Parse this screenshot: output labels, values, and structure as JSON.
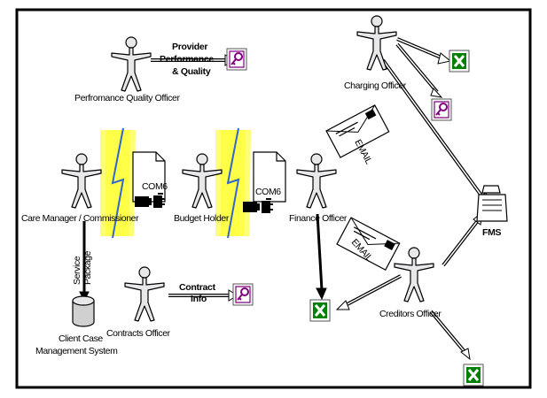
{
  "labels": {
    "perf_officer": "Perfromance Quality Officer",
    "provider_line1": "Provider",
    "provider_line2": "Performance",
    "provider_line3": "& Quality",
    "charging_officer": "Charging Officer",
    "care_manager": "Care Manager / Commissioner",
    "budget_holder": "Budget Holder",
    "finance_officer": "Finance Officer",
    "com6_a": "COM6",
    "com6_b": "COM6",
    "email_a": "EMAIL",
    "email_b": "EMAIL",
    "fms": "FMS",
    "service_line1": "Service",
    "service_line2": "Package",
    "contracts_officer": "Contracts Officer",
    "contract_line1": "Contract",
    "contract_line2": "Info",
    "creditors_officer": "Creditors Officer",
    "ccms_line1": "Client Case",
    "ccms_line2": "Management System"
  },
  "icons": {
    "actor": "stick-figure-actor-icon",
    "access_db": "access-database-key-icon",
    "excel": "excel-spreadsheet-icon",
    "document": "folded-document-icon",
    "email": "email-envelope-icon",
    "fms_system": "fms-system-icon",
    "database": "database-cylinder-icon",
    "interface": "lightning-interface-icon"
  },
  "colors": {
    "background": "#ffffff",
    "frame": "#000000",
    "figure_fill": "#e8e8ea",
    "access_purple": "#800080",
    "excel_green": "#008000",
    "lightning_yellow": "#ffff66",
    "lightning_blue": "#3366cc",
    "arrow_fill": "#ffffcc"
  }
}
